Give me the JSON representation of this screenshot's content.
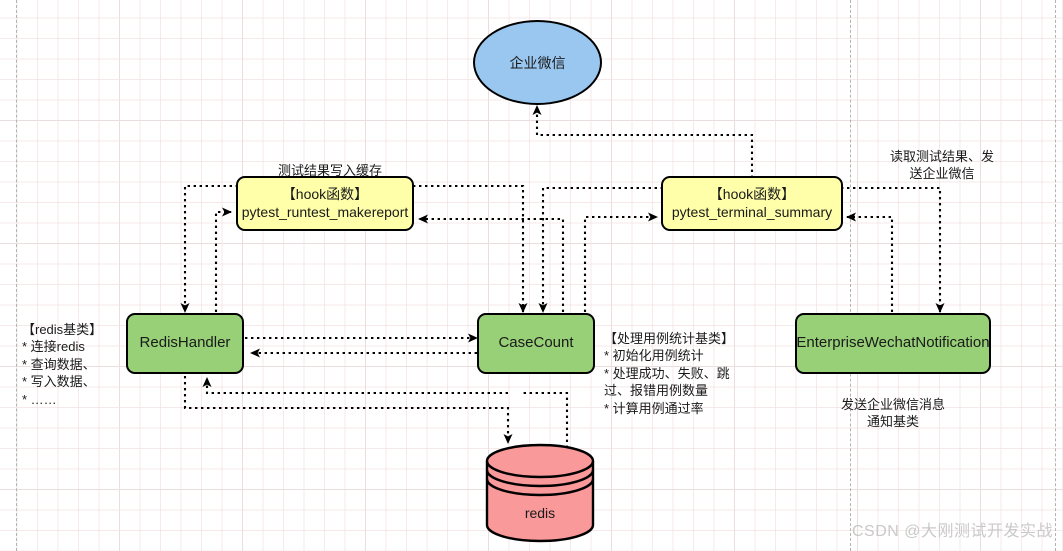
{
  "diagram": {
    "title": "pytest hook function and redis architecture diagram",
    "colors": {
      "yellow_node": "#ffffaa",
      "green_node": "#97d077",
      "blue_ellipse": "#9ac7f0",
      "redis_cylinder": "#fa9999",
      "stroke": "#000000",
      "grid_minor": "#f2e2e2",
      "grid_major": "#c7c7c7",
      "watermark": "#c9c9c9"
    },
    "nodes": {
      "wechat": {
        "label": "企业微信",
        "shape": "ellipse"
      },
      "hook_makereport": {
        "line1": "【hook函数】",
        "line2": "pytest_runtest_makereport",
        "shape": "rounded-rect"
      },
      "hook_terminal_summary": {
        "line1": "【hook函数】",
        "line2": "pytest_terminal_summary",
        "shape": "rounded-rect"
      },
      "redis_handler": {
        "label": "RedisHandler",
        "shape": "rounded-rect"
      },
      "case_count": {
        "label": "CaseCount",
        "shape": "rounded-rect"
      },
      "enterprise_wechat_notification": {
        "label": "EnterpriseWechatNotification",
        "shape": "rounded-rect"
      },
      "redis_store": {
        "label": "redis",
        "shape": "cylinder"
      }
    },
    "captions": {
      "write_cache": "测试结果写入缓存",
      "read_and_send": "读取测试结果、发\n送企业微信",
      "redis_base_class": "【redis基类】\n* 连接redis\n* 查询数据、\n* 写入数据、\n* ……",
      "case_count_base_class": "【处理用例统计基类】\n* 初始化用例统计\n* 处理成功、失败、跳\n过、报错用例数量\n* 计算用例通过率",
      "notification_base_class": "发送企业微信消息\n通知基类"
    },
    "watermark": "CSDN @大刚测试开发实战"
  }
}
